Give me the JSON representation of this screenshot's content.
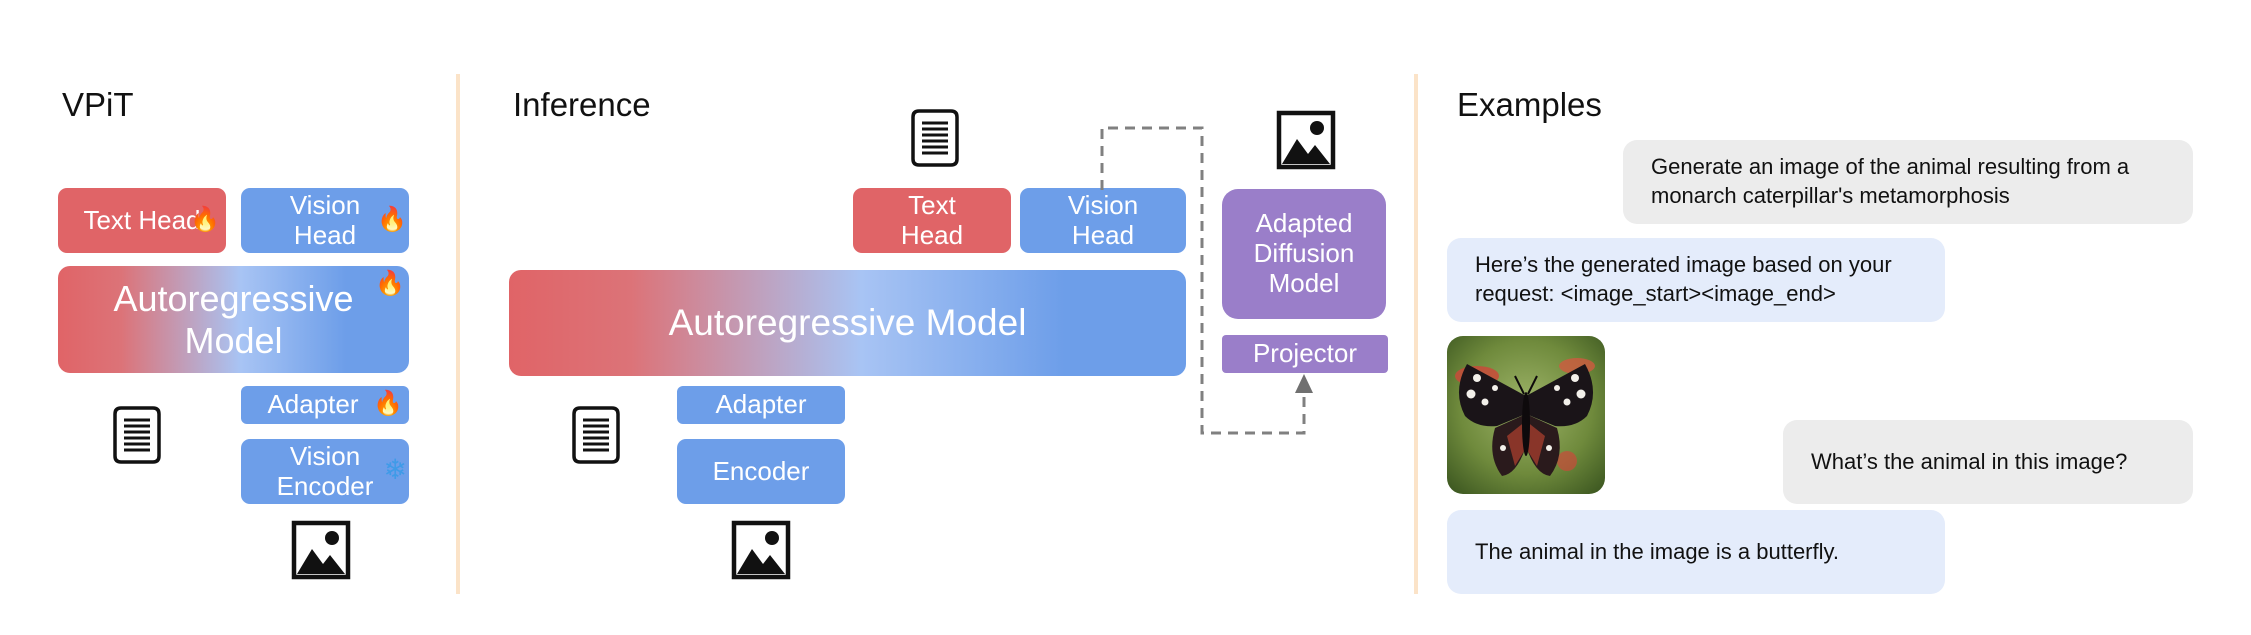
{
  "vpit": {
    "title": "VPiT",
    "text_head": "Text Head",
    "vision_head": "Vision Head",
    "ar_model": "Autoregressive Model",
    "adapter": "Adapter",
    "vision_encoder": "Vision Encoder"
  },
  "inference": {
    "title": "Inference",
    "text_head": "Text Head",
    "vision_head": "Vision Head",
    "ar_model": "Autoregressive Model",
    "adapter": "Adapter",
    "encoder": "Encoder",
    "diffusion": "Adapted Diffusion Model",
    "projector": "Projector"
  },
  "examples": {
    "title": "Examples",
    "messages": [
      {
        "role": "user",
        "text": "Generate an image of the animal resulting from a monarch caterpillar's metamorphosis"
      },
      {
        "role": "assistant",
        "text": "Here’s the generated image based on your request: <image_start><image_end>"
      },
      {
        "role": "user",
        "text": "What’s the animal in this image?"
      },
      {
        "role": "assistant",
        "text": "The animal in the image is a butterfly."
      }
    ]
  },
  "icons": {
    "document": "document-icon",
    "image": "image-icon",
    "trainable": "fire-icon",
    "frozen": "snowflake-icon"
  },
  "colors": {
    "text_head": "#e06467",
    "vision_head": "#6d9ee9",
    "diffusion": "#9a7ec9",
    "divider": "#fbe3c8",
    "user_bubble": "#ececec",
    "assistant_bubble": "#e4ecfb"
  }
}
